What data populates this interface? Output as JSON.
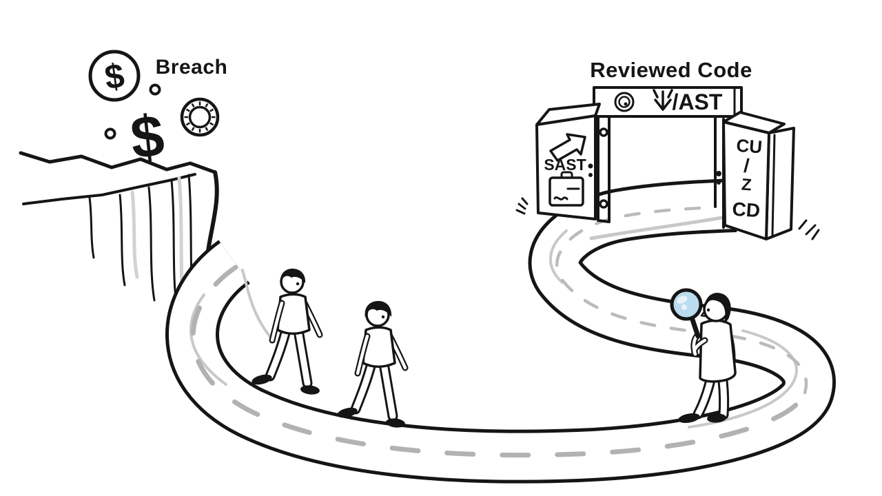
{
  "scene": {
    "description": "Black-and-white line illustration: a winding road leads from a cliff (labeled Breach, with falling coins and dollar signs) to an open double-door gate labeled Reviewed Code; two people walk the road and an inspector examines it with a magnifying glass",
    "background_color": "#ffffff",
    "ink_color": "#151515",
    "road_dash_color": "#b2b2b2",
    "road_shade_color": "#c8c8c8",
    "lens_color": "#badcee"
  },
  "labels": {
    "breach": "Breach",
    "reviewed_code": "Reviewed Code"
  },
  "money": {
    "dollar_symbol": "$"
  },
  "gate": {
    "banner": {
      "label": "/AST"
    },
    "left_door": {
      "label": "SAST"
    },
    "right_door": {
      "lines": [
        "CU",
        "/",
        "Z",
        "CD"
      ]
    }
  },
  "icons": [
    "coin-dollar-icon",
    "coin-gear-icon",
    "spiral-badge-icon",
    "download-arrow-icon",
    "arrow-up-right-icon",
    "id-badge-icon",
    "magnifying-glass-icon"
  ],
  "figures": [
    "walker-1",
    "walker-2",
    "inspector-with-magnifier"
  ]
}
